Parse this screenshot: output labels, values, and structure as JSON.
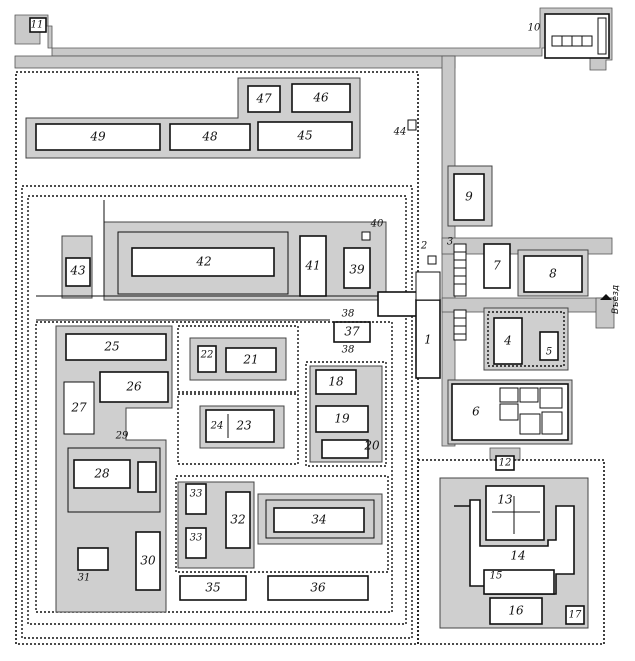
{
  "labels": {
    "b1": "1",
    "b2": "2",
    "b3": "3",
    "b4": "4",
    "b5": "5",
    "b6": "6",
    "b7": "7",
    "b8": "8",
    "b9": "9",
    "b10": "10",
    "b11": "11",
    "b12": "12",
    "b13": "13",
    "b14": "14",
    "b15": "15",
    "b16": "16",
    "b17": "17",
    "b18": "18",
    "b19": "19",
    "b20": "20",
    "b21": "21",
    "b22": "22",
    "b23": "23",
    "b24": "24",
    "b25": "25",
    "b26": "26",
    "b27": "27",
    "b28": "28",
    "b29": "29",
    "b30": "30",
    "b31": "31",
    "b32": "32",
    "b33a": "33",
    "b33b": "33",
    "b34": "34",
    "b35": "35",
    "b36": "36",
    "b37": "37",
    "b38a": "38",
    "b38b": "38",
    "b39": "39",
    "b40": "40",
    "b41": "41",
    "b42": "42",
    "b43": "43",
    "b44": "44",
    "b45": "45",
    "b46": "46",
    "b47": "47",
    "b48": "48",
    "b49": "49"
  },
  "entrance": {
    "text": "Въезд"
  }
}
